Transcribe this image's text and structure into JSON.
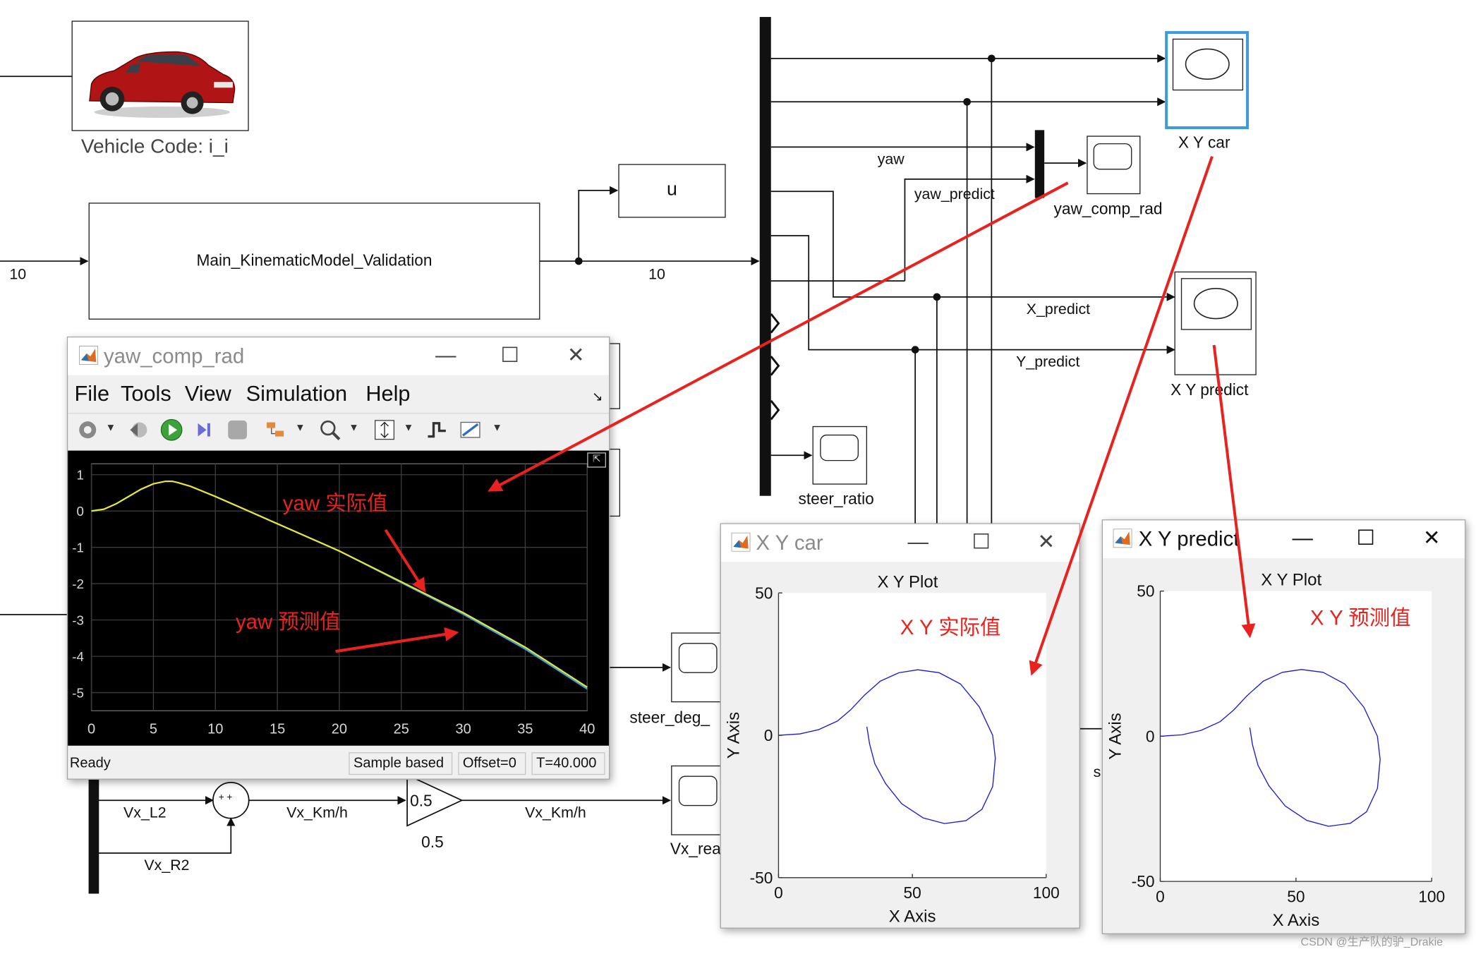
{
  "diagram": {
    "vehicle_caption": "Vehicle Code: i_i",
    "main_block_label": "Main_KinematicModel_Validation",
    "u_block_label": "u",
    "left_signal_dim": "10",
    "bus_signal_dim": "10",
    "yaw_label": "yaw",
    "yaw_predict_label": "yaw_predict",
    "x_predict_label": "X_predict",
    "y_predict_label": "Y_predict",
    "scope_xy_car": "X Y car",
    "scope_yaw_comp": "yaw_comp_rad",
    "scope_xy_predict": "X  Y predict",
    "scope_steer_ratio": "steer_ratio",
    "scope_steer_deg": "steer_deg_",
    "scope_vx_real": "Vx_rea",
    "vx_l2": "Vx_L2",
    "vx_r2": "Vx_R2",
    "vx_kmh_1": "Vx_Km/h",
    "vx_kmh_2": "Vx_Km/h",
    "gain_value": "0.5",
    "gain_label": "0.5",
    "sum_signs": "+ +",
    "partial_s": "s"
  },
  "yaw_window": {
    "title": "yaw_comp_rad",
    "menu": [
      "File",
      "Tools",
      "View",
      "Simulation",
      "Help"
    ],
    "status_ready": "Ready",
    "status_sample": "Sample based",
    "status_offset": "Offset=0",
    "status_time": "T=40.000",
    "annotation_actual": "yaw 实际值",
    "annotation_predict": "yaw 预测值",
    "toolbar_icons": [
      "gear-icon",
      "step-back-icon",
      "run-icon",
      "step-forward-icon",
      "stop-icon",
      "highlight-icon",
      "zoom-icon",
      "autoscale-icon",
      "triggers-icon",
      "measure-icon"
    ]
  },
  "xy_car_window": {
    "title": "X Y car",
    "plot_title": "X Y Plot",
    "xlabel": "X Axis",
    "ylabel": "Y Axis",
    "annotation": "X Y 实际值"
  },
  "xy_predict_window": {
    "title": "X  Y predict",
    "plot_title": "X Y Plot",
    "xlabel": "X Axis",
    "ylabel": "Y Axis",
    "annotation": "X Y 预测值"
  },
  "watermark": "CSDN @生产队的驴_Drakie",
  "colors": {
    "annotation_red": "#e8231f",
    "scope_bg": "#000000",
    "yaw_actual": "#37a0e6",
    "yaw_predict": "#e8e832",
    "xy_line": "#1a1ad6",
    "selected_block": "#3c9bdc"
  },
  "chart_data": [
    {
      "type": "line",
      "title": "",
      "xlabel": "",
      "ylabel": "",
      "xlim": [
        0,
        40
      ],
      "ylim": [
        -5.5,
        1.3
      ],
      "xticks": [
        0,
        5,
        10,
        15,
        20,
        25,
        30,
        35,
        40
      ],
      "yticks": [
        1,
        0,
        -1,
        -2,
        -3,
        -4,
        -5
      ],
      "grid": true,
      "series": [
        {
          "name": "",
          "x": [
            0,
            1,
            2,
            3,
            4,
            5,
            6,
            6.5,
            7,
            8,
            10,
            12,
            15,
            18,
            20,
            25,
            30,
            35,
            40
          ],
          "y": [
            0,
            0.05,
            0.2,
            0.4,
            0.6,
            0.75,
            0.82,
            0.82,
            0.78,
            0.68,
            0.4,
            0.1,
            -0.35,
            -0.8,
            -1.1,
            -1.95,
            -2.8,
            -3.75,
            -4.85
          ]
        },
        {
          "name": "",
          "x": [
            0,
            1,
            2,
            3,
            4,
            5,
            6,
            6.5,
            7,
            8,
            10,
            12,
            15,
            18,
            20,
            25,
            30,
            35,
            40
          ],
          "y": [
            0,
            0.05,
            0.2,
            0.4,
            0.6,
            0.75,
            0.82,
            0.82,
            0.78,
            0.68,
            0.4,
            0.1,
            -0.35,
            -0.8,
            -1.1,
            -1.97,
            -2.84,
            -3.8,
            -4.9
          ]
        }
      ]
    },
    {
      "type": "line",
      "title": "X Y Plot",
      "xlabel": "X Axis",
      "ylabel": "Y Axis",
      "xlim": [
        0,
        100
      ],
      "ylim": [
        -50,
        50
      ],
      "xticks": [
        0,
        50,
        100
      ],
      "yticks": [
        50,
        0,
        -50
      ],
      "series": [
        {
          "name": "",
          "x": [
            0,
            8,
            15,
            22,
            27,
            32,
            38,
            45,
            52,
            60,
            68,
            75,
            80,
            81,
            80,
            76,
            70,
            62,
            54,
            46,
            40,
            36,
            34,
            33
          ],
          "y": [
            0,
            0.5,
            2,
            5,
            9,
            14,
            19,
            22,
            23,
            22,
            18,
            10,
            0,
            -8,
            -18,
            -26,
            -30,
            -31,
            -29,
            -24,
            -17,
            -10,
            -3,
            3
          ]
        }
      ]
    },
    {
      "type": "line",
      "title": "X Y Plot",
      "xlabel": "X Axis",
      "ylabel": "Y Axis",
      "xlim": [
        0,
        100
      ],
      "ylim": [
        -50,
        50
      ],
      "xticks": [
        0,
        50,
        100
      ],
      "yticks": [
        50,
        0,
        -50
      ],
      "series": [
        {
          "name": "",
          "x": [
            0,
            8,
            15,
            22,
            27,
            32,
            38,
            45,
            52,
            60,
            68,
            75,
            80,
            81,
            80,
            76,
            70,
            62,
            54,
            46,
            40,
            36,
            34,
            33
          ],
          "y": [
            0,
            0.5,
            2,
            5,
            9,
            14,
            19,
            22,
            23,
            22,
            18,
            10,
            0,
            -8,
            -18,
            -26,
            -30,
            -31,
            -29,
            -24,
            -17,
            -10,
            -3,
            3
          ]
        }
      ]
    }
  ]
}
